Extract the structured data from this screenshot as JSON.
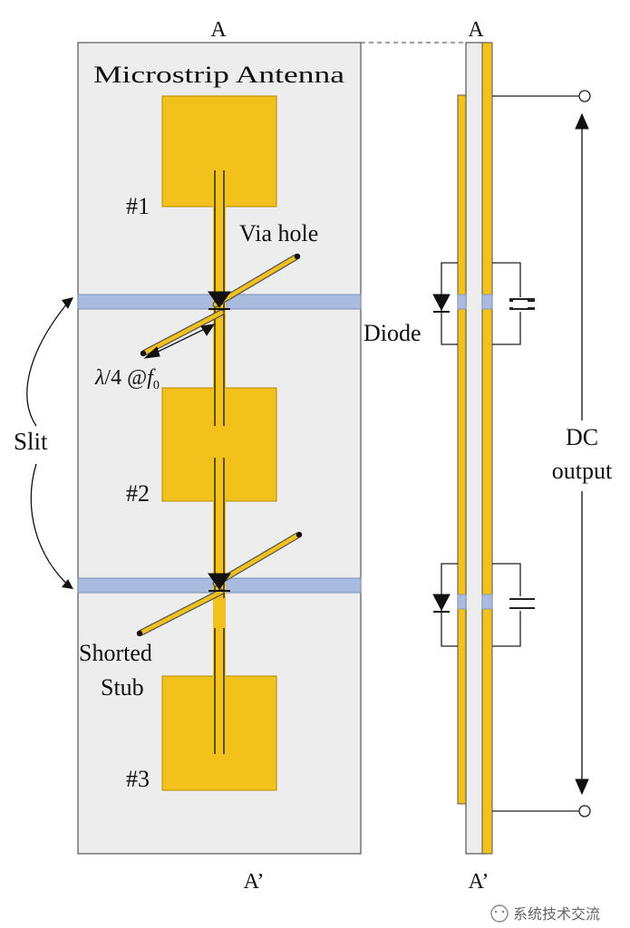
{
  "labels": {
    "section_top_left": "A",
    "section_top_right": "A",
    "section_bottom_left": "A’",
    "section_bottom_right": "A’",
    "title": "Microstrip  Antenna",
    "via_hole": "Via  hole",
    "lambda_prefix": "λ",
    "lambda_rest": "/4 @",
    "freq_f": "f",
    "freq_sub": "0",
    "slit": "Slit",
    "shorted_line1": "Shorted",
    "shorted_line2": "Stub",
    "diode": "Diode",
    "dc_line1": "DC",
    "dc_line2": "output",
    "patch1": "#1",
    "patch2": "#2",
    "patch3": "#3"
  },
  "watermark": {
    "text": "系统技术交流"
  },
  "colors": {
    "board": "#ededed",
    "patch": "#f2c11c",
    "patch_edge": "#b38a00",
    "slit": "#a9bcdf",
    "line": "#222222"
  }
}
